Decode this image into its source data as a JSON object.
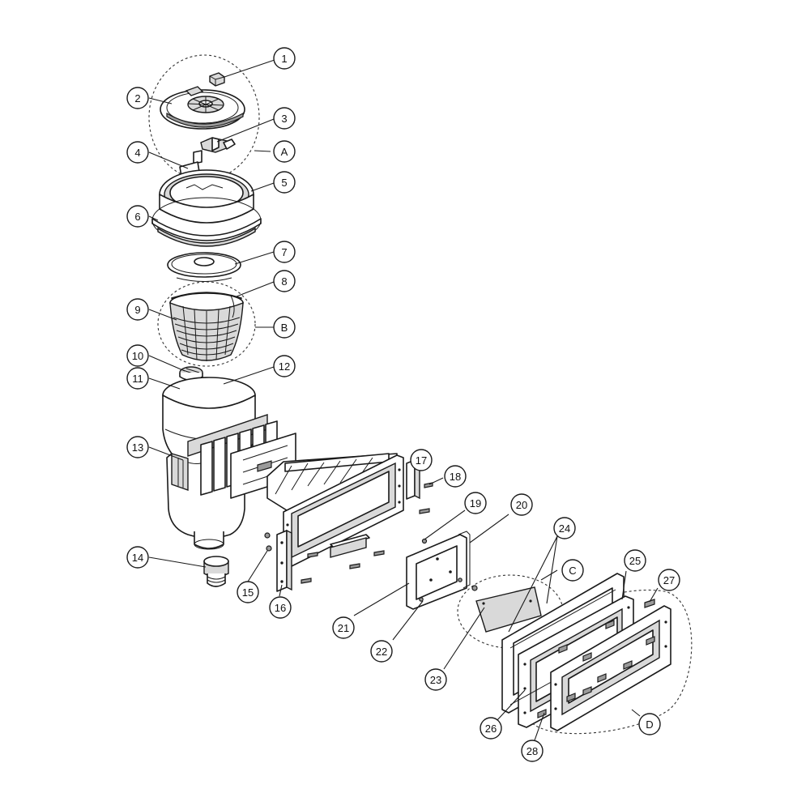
{
  "diagram": {
    "callouts": [
      "1",
      "2",
      "3",
      "4",
      "5",
      "6",
      "7",
      "8",
      "9",
      "10",
      "11",
      "12",
      "13",
      "14",
      "15",
      "16",
      "17",
      "18",
      "19",
      "20",
      "21",
      "22",
      "23",
      "24",
      "25",
      "26",
      "27",
      "28"
    ],
    "group_labels": [
      "A",
      "B",
      "C",
      "D"
    ]
  }
}
